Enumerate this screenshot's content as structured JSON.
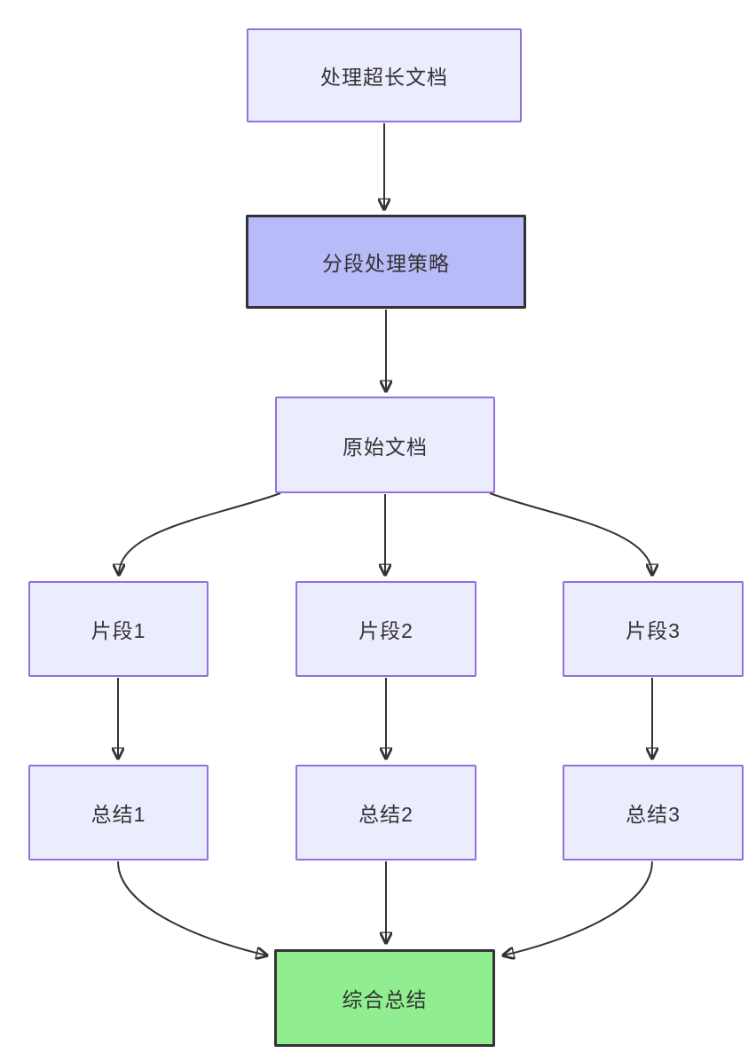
{
  "diagram": {
    "type": "flowchart",
    "direction": "top-down",
    "background": "#ffffff",
    "nodes": [
      {
        "id": "A",
        "label": "处理超长文档",
        "style": "default"
      },
      {
        "id": "B",
        "label": "分段处理策略",
        "style": "purple-accent"
      },
      {
        "id": "C",
        "label": "原始文档",
        "style": "default"
      },
      {
        "id": "D1",
        "label": "片段1",
        "style": "default"
      },
      {
        "id": "D2",
        "label": "片段2",
        "style": "default"
      },
      {
        "id": "D3",
        "label": "片段3",
        "style": "default"
      },
      {
        "id": "E1",
        "label": "总结1",
        "style": "default"
      },
      {
        "id": "E2",
        "label": "总结2",
        "style": "default"
      },
      {
        "id": "E3",
        "label": "总结3",
        "style": "default"
      },
      {
        "id": "F",
        "label": "综合总结",
        "style": "green-accent"
      }
    ],
    "edges": [
      {
        "from": "处理超长文档",
        "to": "分段处理策略"
      },
      {
        "from": "分段处理策略",
        "to": "原始文档"
      },
      {
        "from": "原始文档",
        "to": "片段1"
      },
      {
        "from": "原始文档",
        "to": "片段2"
      },
      {
        "from": "原始文档",
        "to": "片段3"
      },
      {
        "from": "片段1",
        "to": "总结1"
      },
      {
        "from": "片段2",
        "to": "总结2"
      },
      {
        "from": "片段3",
        "to": "总结3"
      },
      {
        "from": "总结1",
        "to": "综合总结"
      },
      {
        "from": "总结2",
        "to": "综合总结"
      },
      {
        "from": "总结3",
        "to": "综合总结"
      }
    ],
    "colors": {
      "node_fill": "#ECECFF",
      "node_border": "#9370DB",
      "accent_fill": "#B9BAF8",
      "accent_border": "#333333",
      "green_fill": "#90EE90",
      "green_border": "#333333",
      "edge": "#333333",
      "text": "#333333"
    }
  }
}
